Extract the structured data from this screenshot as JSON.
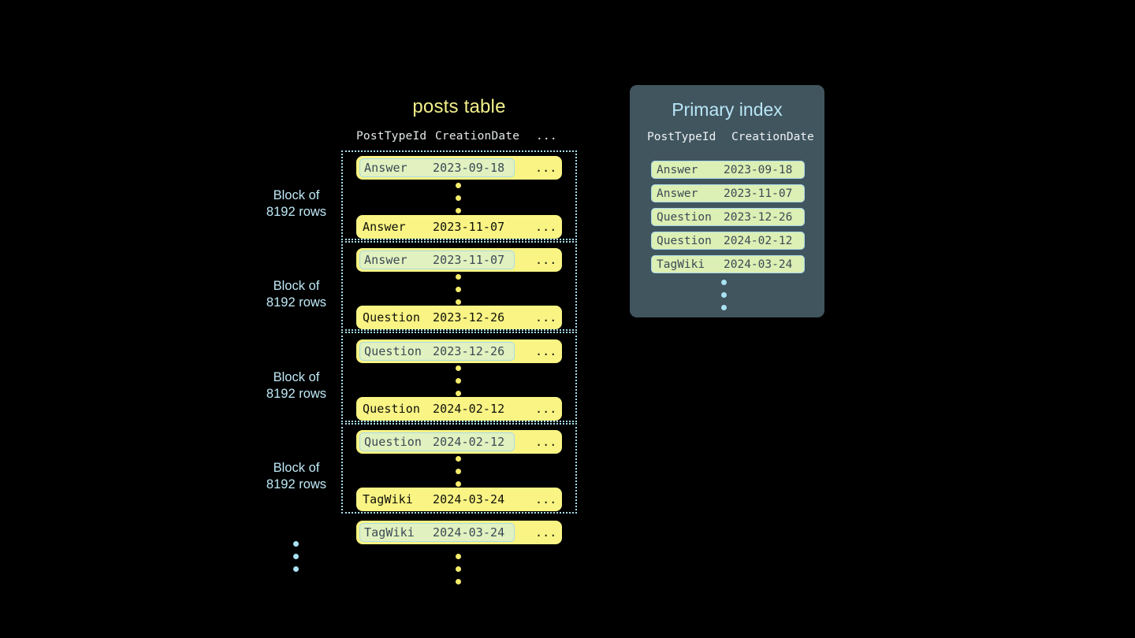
{
  "posts_table": {
    "title": "posts table",
    "columns": {
      "post_type_id": "PostTypeId",
      "creation_date": "CreationDate",
      "more": "..."
    },
    "block_label_line1": "Block of",
    "block_label_line2": "8192 rows",
    "blocks": [
      {
        "label_line1": "Block of",
        "label_line2": "8192 rows",
        "first_row": {
          "post_type_id": "Answer",
          "creation_date": "2023-09-18",
          "more": "...",
          "highlighted": true
        },
        "last_row": {
          "post_type_id": "Answer",
          "creation_date": "2023-11-07",
          "more": "...",
          "highlighted": false
        }
      },
      {
        "label_line1": "Block of",
        "label_line2": "8192 rows",
        "first_row": {
          "post_type_id": "Answer",
          "creation_date": "2023-11-07",
          "more": "...",
          "highlighted": true
        },
        "last_row": {
          "post_type_id": "Question",
          "creation_date": "2023-12-26",
          "more": "...",
          "highlighted": false
        }
      },
      {
        "label_line1": "Block of",
        "label_line2": "8192 rows",
        "first_row": {
          "post_type_id": "Question",
          "creation_date": "2023-12-26",
          "more": "...",
          "highlighted": true
        },
        "last_row": {
          "post_type_id": "Question",
          "creation_date": "2024-02-12",
          "more": "...",
          "highlighted": false
        }
      },
      {
        "label_line1": "Block of",
        "label_line2": "8192 rows",
        "first_row": {
          "post_type_id": "Question",
          "creation_date": "2024-02-12",
          "more": "...",
          "highlighted": true
        },
        "last_row": {
          "post_type_id": "TagWiki",
          "creation_date": "2024-03-24",
          "more": "...",
          "highlighted": false
        }
      }
    ],
    "trailing_row": {
      "post_type_id": "TagWiki",
      "creation_date": "2024-03-24",
      "more": "...",
      "highlighted": true
    }
  },
  "primary_index": {
    "title": "Primary index",
    "columns": {
      "post_type_id": "PostTypeId",
      "creation_date": "CreationDate"
    },
    "entries": [
      {
        "post_type_id": "Answer",
        "creation_date": "2023-09-18"
      },
      {
        "post_type_id": "Answer",
        "creation_date": "2023-11-07"
      },
      {
        "post_type_id": "Question",
        "creation_date": "2023-12-26"
      },
      {
        "post_type_id": "Question",
        "creation_date": "2024-02-12"
      },
      {
        "post_type_id": "TagWiki",
        "creation_date": "2024-03-24"
      }
    ]
  },
  "colors": {
    "background": "#000000",
    "row_yellow": "#f9f484",
    "title_yellow": "#f2f08a",
    "accent_blue": "#bfe9f7",
    "chip_green": "#dcefb4",
    "chip_border": "#a9d9e8",
    "panel_slate": "#41555f",
    "index_title_blue": "#b9e6f6",
    "dot_yellow": "#f4ec6b",
    "dot_blue": "#a9e2f2",
    "chip_text": "#3b4a55"
  }
}
